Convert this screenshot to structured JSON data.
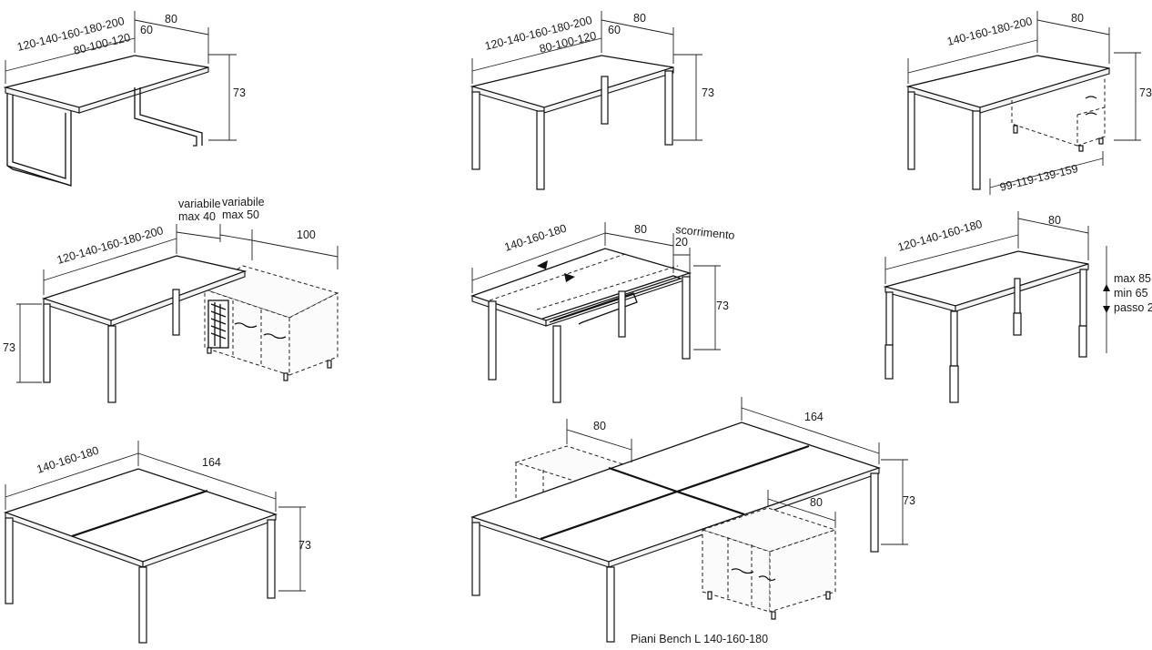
{
  "diagram": {
    "caption": "Piani Bench L 140-160-180",
    "panels": [
      {
        "id": "loop-desk",
        "length": "120-140-160-180-200",
        "depth": "80",
        "depth_alt": "60",
        "inner": "80-100-120",
        "height": "73"
      },
      {
        "id": "frame-desk",
        "length": "120-140-160-180-200",
        "depth": "80",
        "depth_alt": "60",
        "inner": "80-100-120",
        "height": "73"
      },
      {
        "id": "desk-pedestal",
        "length": "140-160-180-200",
        "depth": "80",
        "height": "73",
        "pedestal_range": "99-119-139-159"
      },
      {
        "id": "desk-return",
        "length": "120-140-160-180-200",
        "var1_line1": "variabile",
        "var1_line2": "max 40",
        "var2_line1": "variabile",
        "var2_line2": "max 50",
        "return_depth": "100",
        "height": "73"
      },
      {
        "id": "sliding-top",
        "length": "140-160-180",
        "depth": "80",
        "slide_label": "scorrimento",
        "slide_value": "20",
        "height": "73"
      },
      {
        "id": "height-adjust",
        "length": "120-140-160-180",
        "depth": "80",
        "max": "max 85",
        "min": "min 65",
        "step": "passo 2"
      },
      {
        "id": "bench",
        "length": "140-160-180",
        "depth": "164",
        "height": "73"
      },
      {
        "id": "bench-l",
        "top_depth": "80",
        "depth": "164",
        "return_depth": "80",
        "height": "73"
      }
    ]
  }
}
